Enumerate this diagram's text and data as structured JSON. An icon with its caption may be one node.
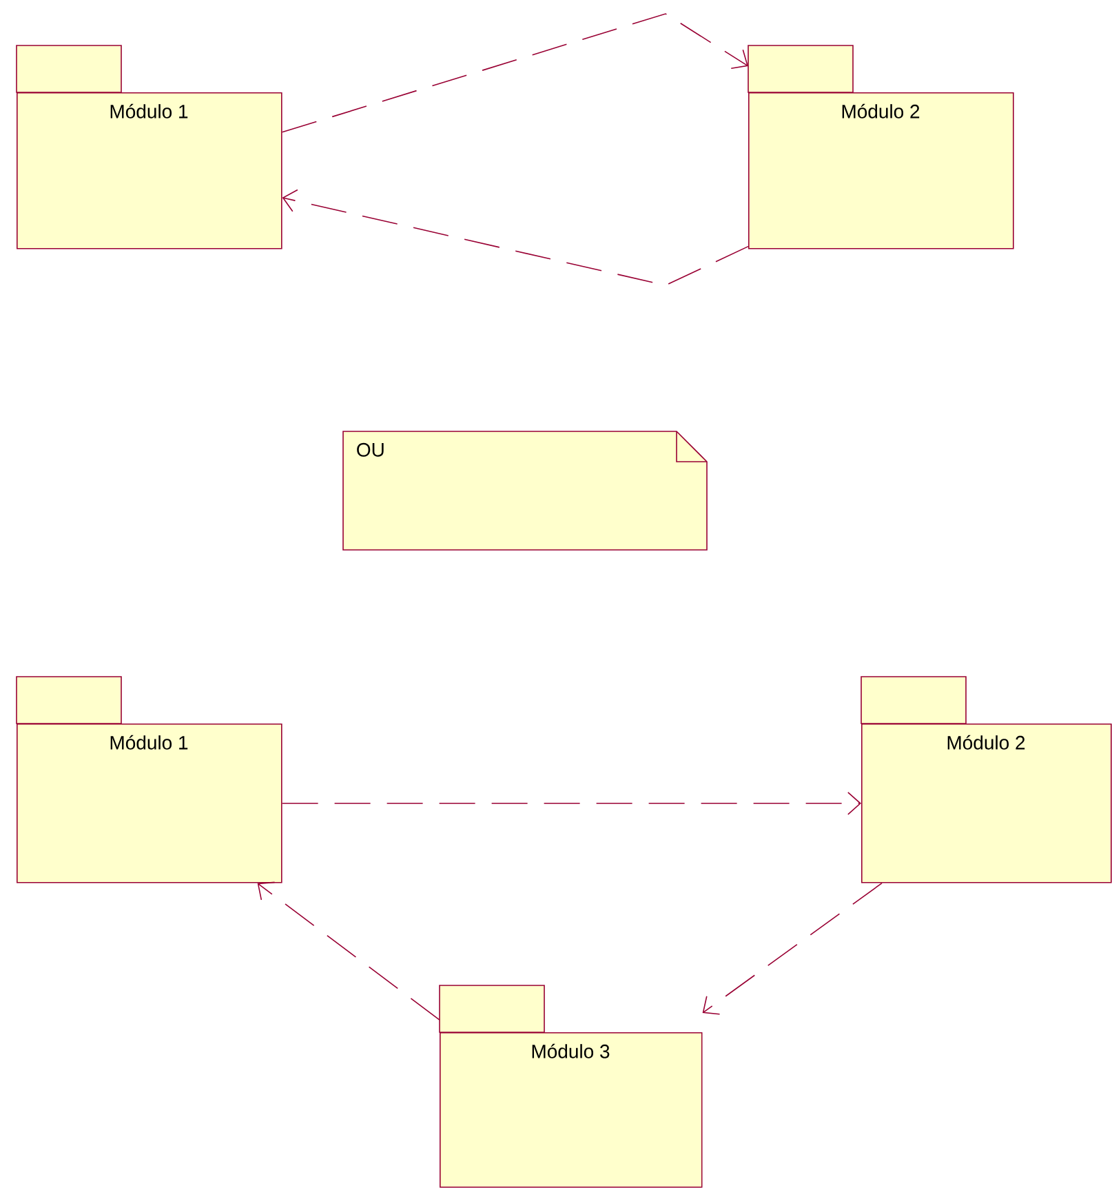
{
  "diagram": {
    "nodes": [
      {
        "text": [
          "Módulo 1"
        ]
      },
      {
        "text": [
          "Módulo 2"
        ]
      },
      {
        "text": [
          "OU"
        ]
      },
      {
        "text": [
          "Módulo 1"
        ]
      },
      {
        "text": [
          "Módulo 2"
        ]
      },
      {
        "text": [
          "Módulo 3"
        ]
      }
    ],
    "edges": [
      {
        "from": 0,
        "to": 1,
        "arrow": "to",
        "style": "dashed"
      },
      {
        "from": 1,
        "to": 0,
        "arrow": "to",
        "style": "dashed"
      },
      {
        "from": 3,
        "to": 4,
        "arrow": "to",
        "style": "dashed"
      },
      {
        "from": 4,
        "to": 5,
        "arrow": "to",
        "style": "dashed"
      },
      {
        "from": 5,
        "to": 3,
        "arrow": "to",
        "style": "dashed"
      }
    ]
  }
}
